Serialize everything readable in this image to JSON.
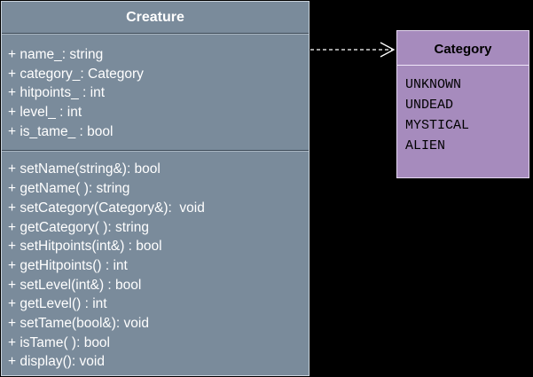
{
  "creature": {
    "name": "Creature",
    "attributes": [
      "+ name_: string",
      "+ category_: Category",
      "+ hitpoints_ : int",
      "+ level_ : int",
      "+ is_tame_ : bool"
    ],
    "operations": [
      "+ setName(string&): bool",
      "+ getName( ): string",
      "+ setCategory(Category&):  void",
      "+ getCategory( ): string",
      "+ setHitpoints(int&) : bool",
      "+ getHitpoints() : int",
      "+ setLevel(int&) : bool",
      "+ getLevel() : int",
      "+ setTame(bool&): void",
      "+ isTame( ): bool",
      "+ display(): void"
    ],
    "fill": "#7a8b9b"
  },
  "category": {
    "name": "Category",
    "literals": [
      "UNKNOWN",
      "UNDEAD",
      "MYSTICAL",
      "ALIEN"
    ],
    "fill": "#a68bbd"
  },
  "relationship": {
    "type": "dependency",
    "style": "dashed-open-arrow",
    "from": "Creature",
    "to": "Category"
  }
}
